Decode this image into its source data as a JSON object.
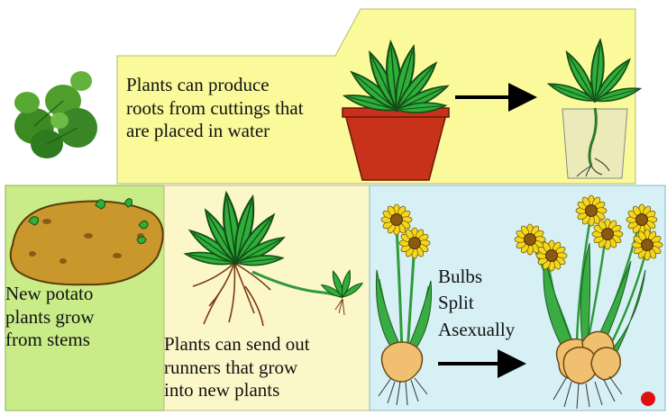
{
  "panels": {
    "cuttings": {
      "lines": [
        "Plants can produce",
        "roots from cuttings that",
        "are placed in water"
      ]
    },
    "potato": {
      "lines": [
        "New potato",
        "plants grow",
        "from stems"
      ]
    },
    "runners": {
      "lines": [
        "Plants can send out",
        "runners that grow",
        "into new plants"
      ]
    },
    "bulbs": {
      "lines": [
        "Bulbs",
        "Split",
        "Asexually"
      ]
    }
  },
  "colors": {
    "panel_yellow": "#fafa9a",
    "panel_cream": "#fbf7c8",
    "panel_green": "#c9ec88",
    "panel_blue": "#d6f0f6",
    "leaf_green": "#2fae3a",
    "pot_red": "#c8321a",
    "potato_brown": "#c9972c",
    "flower_yellow": "#f4d61e",
    "bulb_tan": "#f0c070",
    "marker_red": "#e01010"
  }
}
